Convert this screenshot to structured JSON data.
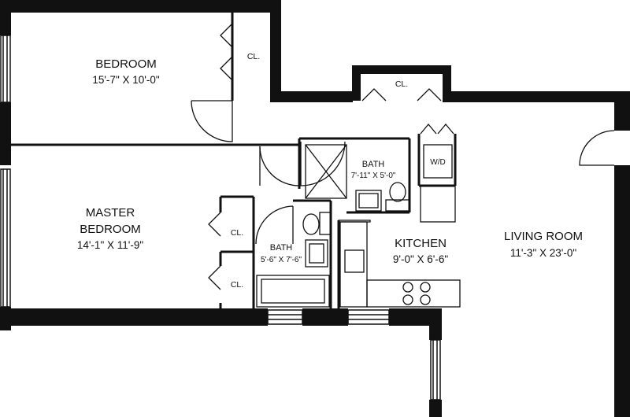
{
  "rooms": {
    "bedroom": {
      "name": "BEDROOM",
      "dims": "15'-7\" X 10'-0\""
    },
    "master_bedroom": {
      "name_line1": "MASTER",
      "name_line2": "BEDROOM",
      "dims": "14'-1\" X 11'-9\""
    },
    "bath_upper": {
      "name": "BATH",
      "dims": "7'-11\" X 5'-0\""
    },
    "bath_lower": {
      "name": "BATH",
      "dims": "5'-6\" X 7'-6\""
    },
    "kitchen": {
      "name": "KITCHEN",
      "dims": "9'-0\" X 6'-6\""
    },
    "living_room": {
      "name": "LIVING ROOM",
      "dims": "11'-3\" X 23'-0\""
    }
  },
  "closets": {
    "bedroom_closet": "CL.",
    "hall_closet": "CL.",
    "master_closet_1": "CL.",
    "master_closet_2": "CL."
  },
  "appliances": {
    "washer_dryer": "W/D"
  }
}
